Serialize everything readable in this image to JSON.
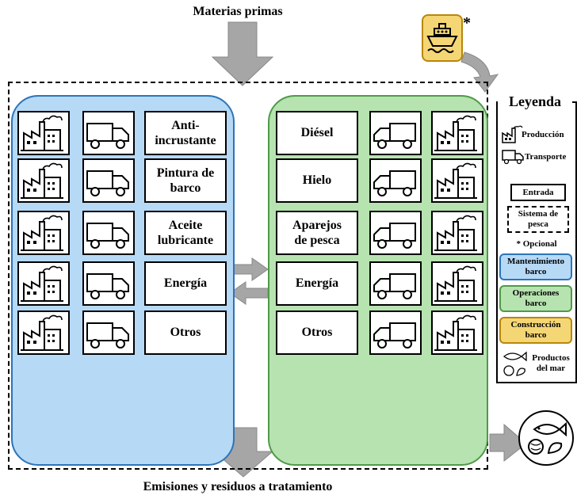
{
  "header": {
    "raw_materials": "Materias primas"
  },
  "footer": {
    "emissions": "Emisiones y residuos a tratamiento"
  },
  "maintenance_inputs": [
    "Anti-\nincrustante",
    "Pintura de\nbarco",
    "Aceite\nlubricante",
    "Energía",
    "Otros"
  ],
  "operations_inputs": [
    "Diésel",
    "Hielo",
    "Aparejos\nde pesca",
    "Energía",
    "Otros"
  ],
  "ship": {
    "optional_mark": "*"
  },
  "legend": {
    "title": "Leyenda",
    "production": "Producción",
    "transport": "Transporte",
    "input": "Entrada",
    "fishing_system": "Sistema de\npesca",
    "optional": "* Opcional",
    "maintenance": "Mantenimiento\nbarco",
    "operations": "Operaciones\nbarco",
    "construction": "Construcción\nbarco",
    "seafood": "Productos\ndel mar"
  },
  "colors": {
    "maintenance": "#b6d9f6",
    "operations": "#b7e3b0",
    "construction": "#f5d675",
    "arrow": "#a6a6a6"
  }
}
